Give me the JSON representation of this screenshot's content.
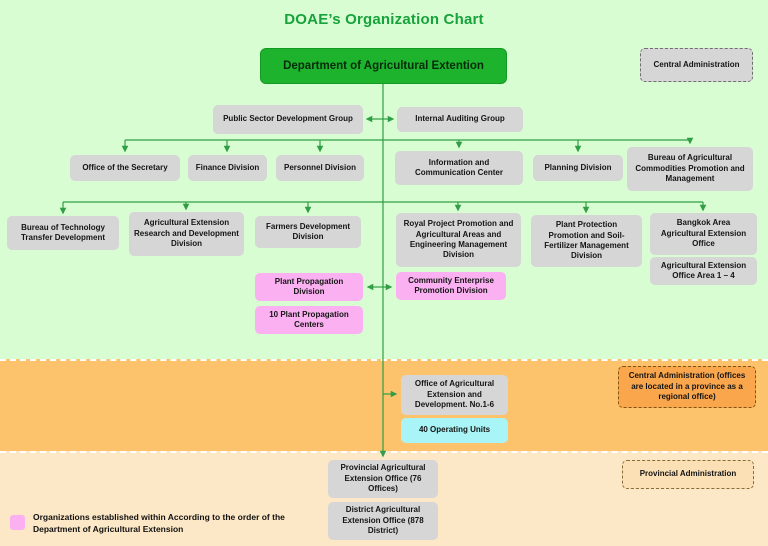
{
  "title": "DOAE’s Organization Chart",
  "colors": {
    "band_green": "#d9fdd3",
    "band_orange": "#fdc36c",
    "band_cream": "#fce7c6",
    "node_gray": "#d6d6d6",
    "node_pink": "#fbb1f1",
    "node_cyan": "#a9f4f6",
    "department_green": "#1eb32d",
    "connector_green": "#2f9e44",
    "title_green": "#17a23b"
  },
  "nodes": {
    "department": {
      "label": "Department of Agricultural Extention"
    },
    "central_administration": {
      "label": "Central Administration"
    },
    "public_sector": {
      "label": "Public Sector Development Group"
    },
    "internal_auditing": {
      "label": "Internal Auditing Group"
    },
    "office_secretary": {
      "label": "Office of the Secretary"
    },
    "finance": {
      "label": "Finance Division"
    },
    "personnel": {
      "label": "Personnel Division"
    },
    "info_comm": {
      "label": "Information and Communication Center"
    },
    "planning": {
      "label": "Planning Division"
    },
    "bureau_commodities": {
      "label": "Bureau of Agricultural Commodities Promotion and Management"
    },
    "bureau_tech": {
      "label": "Bureau of Technology Transfer Development"
    },
    "agri_research": {
      "label": "Agricultural Extension Research and Development Division"
    },
    "farmers_dev": {
      "label": "Farmers Development Division"
    },
    "royal_project": {
      "label": "Royal Project Promotion and Agricultural Areas and Engineering Management Division"
    },
    "plant_protection": {
      "label": "Plant Protection Promotion and Soil-Fertilizer Management Division"
    },
    "bangkok_area": {
      "label": "Bangkok Area Agricultural Extension Office"
    },
    "agri_ext_area": {
      "label": "Agricultural Extension Office Area 1 – 4"
    },
    "plant_propagation": {
      "label": "Plant Propagation Division"
    },
    "community_enterprise": {
      "label": "Community Enterprise Promotion Division"
    },
    "propagation_centers": {
      "label": "10 Plant Propagation Centers"
    },
    "office_agri_ext_dev": {
      "label": "Office of Agricultural Extension and Development. No.1-6"
    },
    "operating_units": {
      "label": "40 Operating Units"
    },
    "central_admin_regional": {
      "label": "Central Administration (offices are located in a province as a regional office)"
    },
    "provincial_office": {
      "label": "Provincial Agricultural Extension Office (76 Offices)"
    },
    "district_office": {
      "label": "District Agricultural Extension Office (878 District)"
    },
    "provincial_administration": {
      "label": "Provincial Administration"
    }
  },
  "legend": {
    "label": "Organizations established within According to the order of the Department of Agricultural Extension"
  }
}
